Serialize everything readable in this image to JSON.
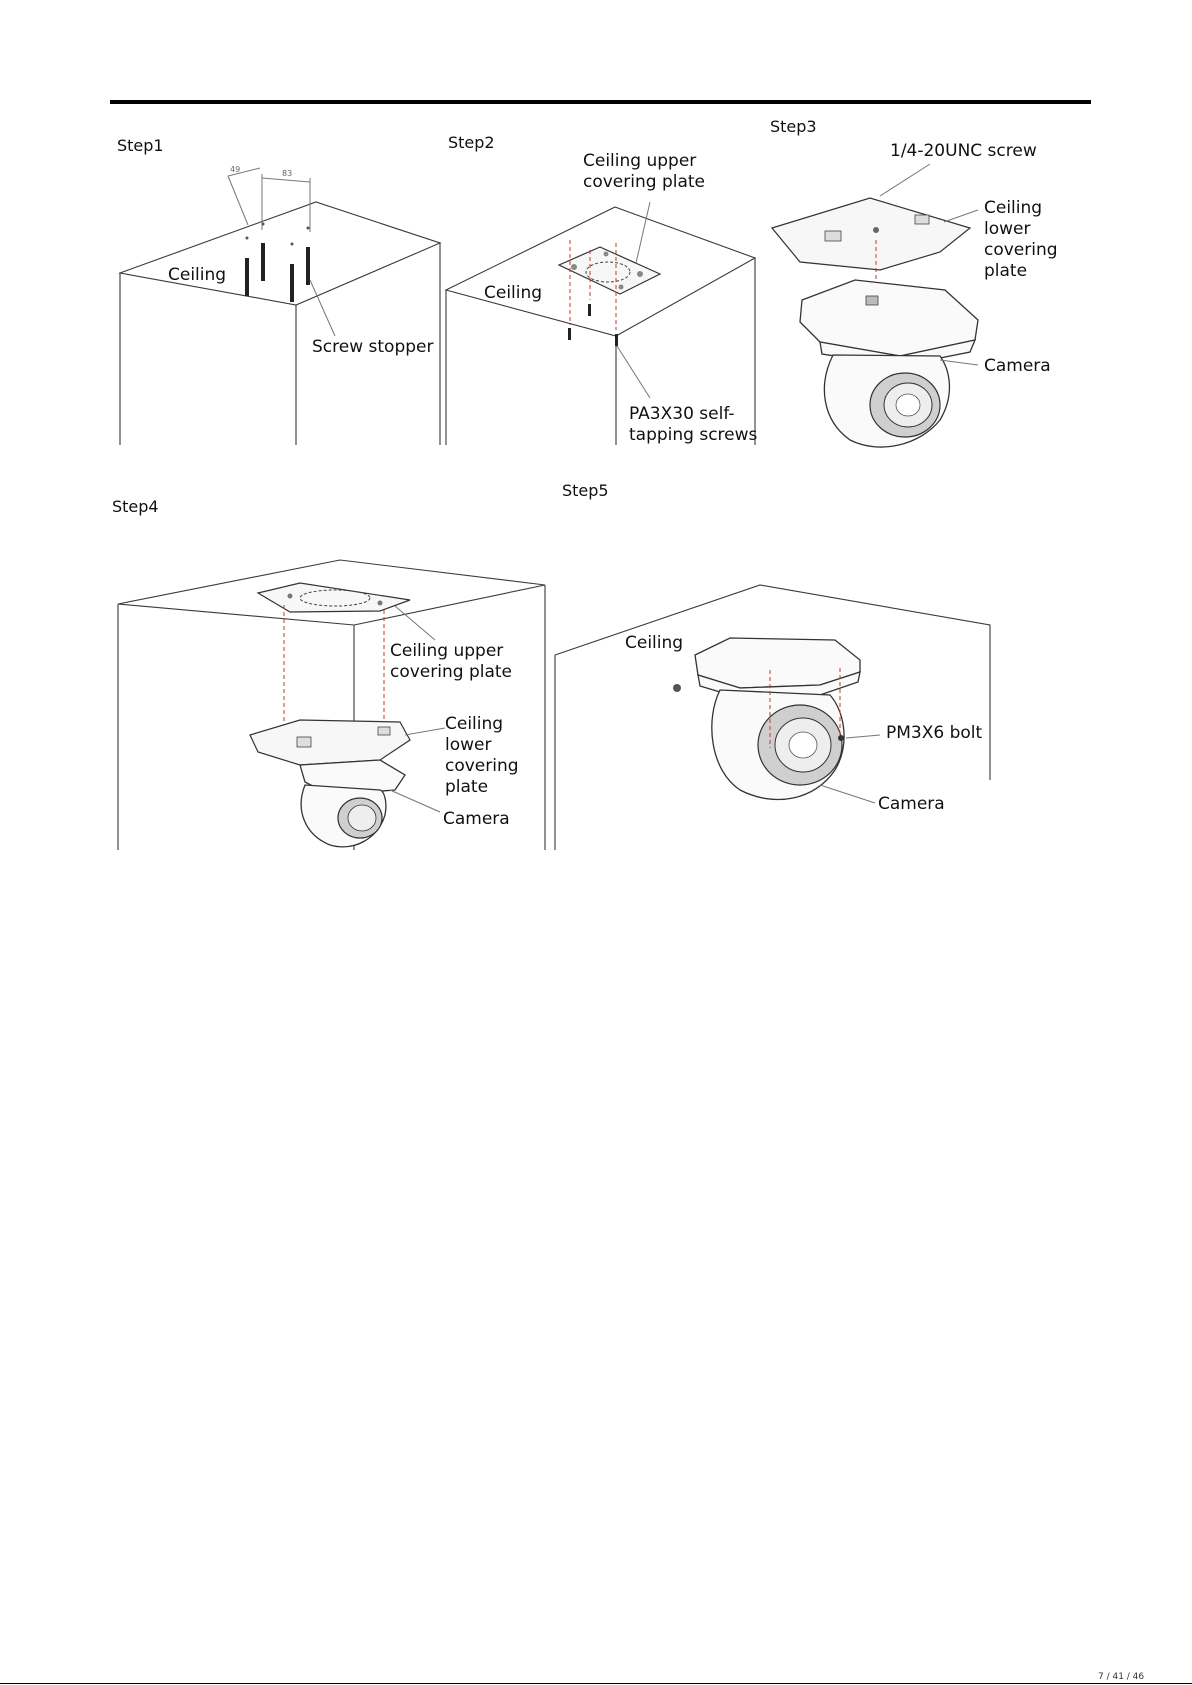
{
  "steps": {
    "step1": "Step1",
    "step2": "Step2",
    "step3": "Step3",
    "step4": "Step4",
    "step5": "Step5"
  },
  "labels": {
    "s1_ceiling": "Ceiling",
    "s1_screw_stopper": "Screw stopper",
    "s2_upper_plate": "Ceiling upper\ncovering plate",
    "s2_ceiling": "Ceiling",
    "s2_screws": "PA3X30 self-\ntapping screws",
    "s3_unc_screw": "1/4-20UNC screw",
    "s3_lower_plate": "Ceiling\nlower\ncovering\nplate",
    "s3_camera": "Camera",
    "s4_upper_plate": "Ceiling upper\ncovering plate",
    "s4_lower_plate": "Ceiling\nlower\ncovering\nplate",
    "s4_camera": "Camera",
    "s5_ceiling": "Ceiling",
    "s5_bolt": "PM3X6 bolt",
    "s5_camera": "Camera"
  },
  "footer_text": "7 / 41 / 46"
}
